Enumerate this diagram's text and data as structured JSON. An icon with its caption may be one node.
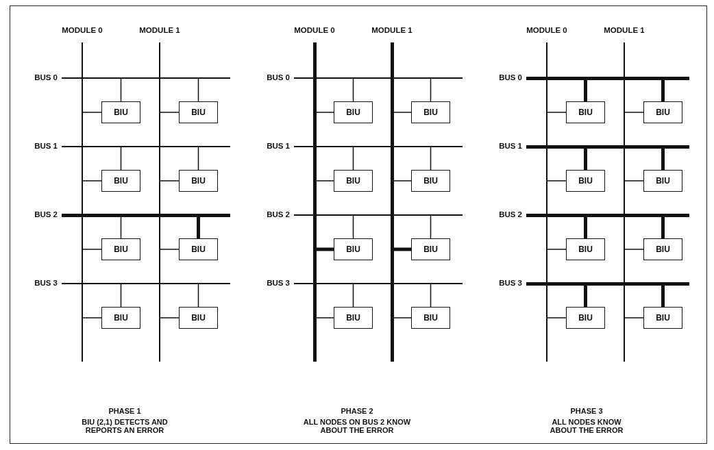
{
  "diagram": {
    "nodes": [
      {
        "text": [
          "MODULE 0"
        ]
      },
      {
        "text": [
          "MODULE 1"
        ]
      },
      {
        "text": [
          "BUS 0"
        ]
      },
      {
        "text": [
          "BUS 1"
        ]
      },
      {
        "text": [
          "BUS 2"
        ]
      },
      {
        "text": [
          "BUS 3"
        ]
      },
      {
        "text": [
          "BIU"
        ]
      },
      {
        "text": [
          "BIU"
        ]
      },
      {
        "text": [
          "BIU"
        ]
      },
      {
        "text": [
          "BIU"
        ]
      },
      {
        "text": [
          "BIU"
        ]
      },
      {
        "text": [
          "BIU"
        ]
      },
      {
        "text": [
          "BIU"
        ]
      },
      {
        "text": [
          "BIU"
        ]
      },
      {
        "text": [
          "MODULE 0"
        ]
      },
      {
        "text": [
          "MODULE 1"
        ]
      },
      {
        "text": [
          "BUS 0"
        ]
      },
      {
        "text": [
          "BUS 1"
        ]
      },
      {
        "text": [
          "BUS 2"
        ]
      },
      {
        "text": [
          "BUS 3"
        ]
      },
      {
        "text": [
          "BIU"
        ]
      },
      {
        "text": [
          "BIU"
        ]
      },
      {
        "text": [
          "BIU"
        ]
      },
      {
        "text": [
          "BIU"
        ]
      },
      {
        "text": [
          "BIU"
        ]
      },
      {
        "text": [
          "BIU"
        ]
      },
      {
        "text": [
          "BIU"
        ]
      },
      {
        "text": [
          "BIU"
        ]
      },
      {
        "text": [
          "MODULE 0"
        ]
      },
      {
        "text": [
          "MODULE 1"
        ]
      },
      {
        "text": [
          "BUS 0"
        ]
      },
      {
        "text": [
          "BUS 1"
        ]
      },
      {
        "text": [
          "BUS 2"
        ]
      },
      {
        "text": [
          "BUS 3"
        ]
      },
      {
        "text": [
          "BIU"
        ]
      },
      {
        "text": [
          "BIU"
        ]
      },
      {
        "text": [
          "BIU"
        ]
      },
      {
        "text": [
          "BIU"
        ]
      },
      {
        "text": [
          "BIU"
        ]
      },
      {
        "text": [
          "BIU"
        ]
      },
      {
        "text": [
          "BIU"
        ]
      },
      {
        "text": [
          "BIU"
        ]
      }
    ],
    "edges": [
      {
        "from": 2,
        "to": 6,
        "arrow": "none"
      },
      {
        "from": 0,
        "to": 6,
        "arrow": "none"
      },
      {
        "from": 2,
        "to": 7,
        "arrow": "none"
      },
      {
        "from": 1,
        "to": 7,
        "arrow": "none"
      },
      {
        "from": 3,
        "to": 8,
        "arrow": "none"
      },
      {
        "from": 0,
        "to": 8,
        "arrow": "none"
      },
      {
        "from": 3,
        "to": 9,
        "arrow": "none"
      },
      {
        "from": 1,
        "to": 9,
        "arrow": "none"
      },
      {
        "from": 4,
        "to": 10,
        "arrow": "none"
      },
      {
        "from": 0,
        "to": 10,
        "arrow": "none"
      },
      {
        "from": 4,
        "to": 11,
        "arrow": "none",
        "style": "thick"
      },
      {
        "from": 1,
        "to": 11,
        "arrow": "none"
      },
      {
        "from": 5,
        "to": 12,
        "arrow": "none"
      },
      {
        "from": 0,
        "to": 12,
        "arrow": "none"
      },
      {
        "from": 5,
        "to": 13,
        "arrow": "none"
      },
      {
        "from": 1,
        "to": 13,
        "arrow": "none"
      },
      {
        "from": 16,
        "to": 20,
        "arrow": "none"
      },
      {
        "from": 14,
        "to": 20,
        "arrow": "none"
      },
      {
        "from": 16,
        "to": 21,
        "arrow": "none"
      },
      {
        "from": 15,
        "to": 21,
        "arrow": "none"
      },
      {
        "from": 17,
        "to": 22,
        "arrow": "none"
      },
      {
        "from": 14,
        "to": 22,
        "arrow": "none"
      },
      {
        "from": 17,
        "to": 23,
        "arrow": "none"
      },
      {
        "from": 15,
        "to": 23,
        "arrow": "none"
      },
      {
        "from": 18,
        "to": 24,
        "arrow": "none"
      },
      {
        "from": 14,
        "to": 24,
        "arrow": "none",
        "style": "thick"
      },
      {
        "from": 18,
        "to": 25,
        "arrow": "none"
      },
      {
        "from": 15,
        "to": 25,
        "arrow": "none",
        "style": "thick"
      },
      {
        "from": 19,
        "to": 26,
        "arrow": "none"
      },
      {
        "from": 14,
        "to": 26,
        "arrow": "none"
      },
      {
        "from": 19,
        "to": 27,
        "arrow": "none"
      },
      {
        "from": 15,
        "to": 27,
        "arrow": "none"
      },
      {
        "from": 30,
        "to": 34,
        "arrow": "none",
        "style": "thick"
      },
      {
        "from": 28,
        "to": 34,
        "arrow": "none"
      },
      {
        "from": 30,
        "to": 35,
        "arrow": "none",
        "style": "thick"
      },
      {
        "from": 29,
        "to": 35,
        "arrow": "none"
      },
      {
        "from": 31,
        "to": 36,
        "arrow": "none",
        "style": "thick"
      },
      {
        "from": 28,
        "to": 36,
        "arrow": "none"
      },
      {
        "from": 31,
        "to": 37,
        "arrow": "none",
        "style": "thick"
      },
      {
        "from": 29,
        "to": 37,
        "arrow": "none"
      },
      {
        "from": 32,
        "to": 38,
        "arrow": "none",
        "style": "thick"
      },
      {
        "from": 28,
        "to": 38,
        "arrow": "none"
      },
      {
        "from": 32,
        "to": 39,
        "arrow": "none",
        "style": "thick"
      },
      {
        "from": 29,
        "to": 39,
        "arrow": "none"
      },
      {
        "from": 33,
        "to": 40,
        "arrow": "none",
        "style": "thick"
      },
      {
        "from": 28,
        "to": 40,
        "arrow": "none"
      },
      {
        "from": 33,
        "to": 41,
        "arrow": "none",
        "style": "thick"
      },
      {
        "from": 29,
        "to": 41,
        "arrow": "none"
      }
    ],
    "labels": [
      "PHASE 1",
      "BIU (2,1) DETECTS AND REPORTS AN ERROR",
      "PHASE 2",
      "ALL NODES ON BUS 2 KNOW ABOUT THE ERROR",
      "PHASE 3",
      "ALL NODES KNOW ABOUT THE ERROR"
    ]
  }
}
